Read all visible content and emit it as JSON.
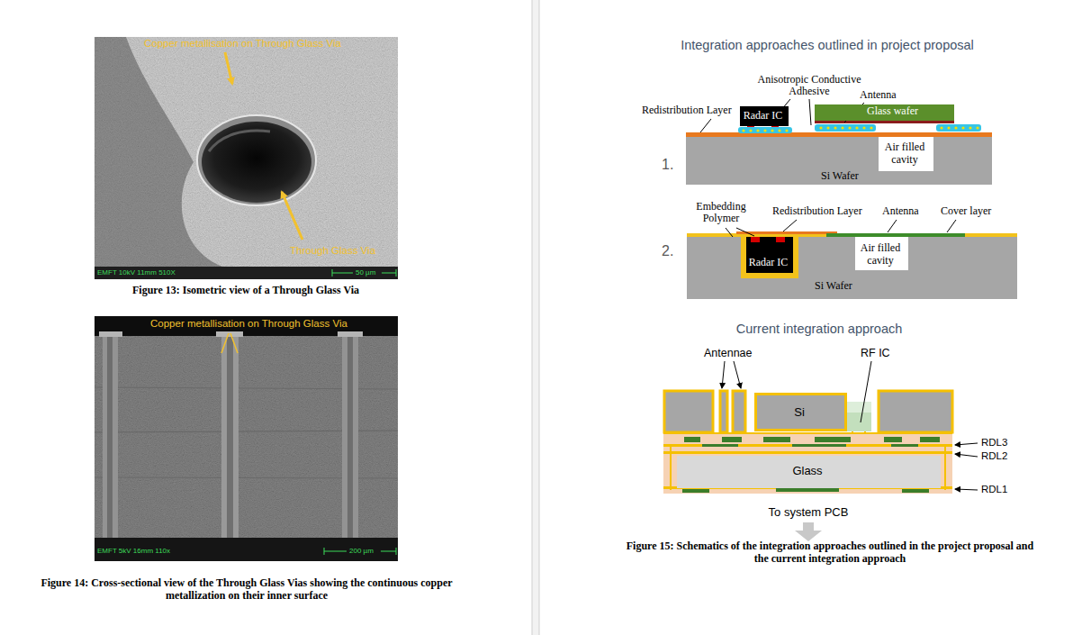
{
  "diagram": {
    "nodes": [
      {
        "text": [
          "Copper metallisation on Through Glass Via",
          "Through Glass Via",
          "EMFT 10kV 11mm 510X",
          "50 µm"
        ]
      },
      {
        "text": [
          "Copper metallisation on Through Glass Via",
          "EMFT 5kV 16mm 110x",
          "200 µm"
        ]
      },
      {
        "text": [
          "Radar IC"
        ]
      },
      {
        "text": [
          "Glass wafer"
        ]
      },
      {
        "text": [
          "Si Wafer"
        ]
      },
      {
        "text": [
          "Air filled cavity"
        ],
        "in": 4
      },
      {
        "text": [
          "Si Wafer"
        ]
      },
      {
        "text": [
          "Radar IC"
        ],
        "in": 6
      },
      {
        "text": [
          "Air filled cavity"
        ],
        "in": 6
      },
      {
        "text": [
          "Si"
        ]
      },
      {
        "text": [
          "Glass"
        ]
      }
    ],
    "labels": [
      "Figure 13: Isometric view of a Through Glass Via",
      "Figure 14: Cross-sectional view of the Through Glass Vias showing the continuous copper metallization on their inner surface",
      "Integration approaches outlined in project proposal",
      "Anisotropic Conductive Adhesive",
      "Antenna",
      "Redistribution Layer",
      "1.",
      "Embedding Polymer",
      "Redistribution Layer",
      "Antenna",
      "Cover layer",
      "2.",
      "Current integration approach",
      "Antennae",
      "RF IC",
      "RDL3",
      "RDL2",
      "RDL1",
      "To system PCB",
      "Figure 15: Schematics of the integration approaches outlined in the project proposal and the current integration approach"
    ]
  }
}
